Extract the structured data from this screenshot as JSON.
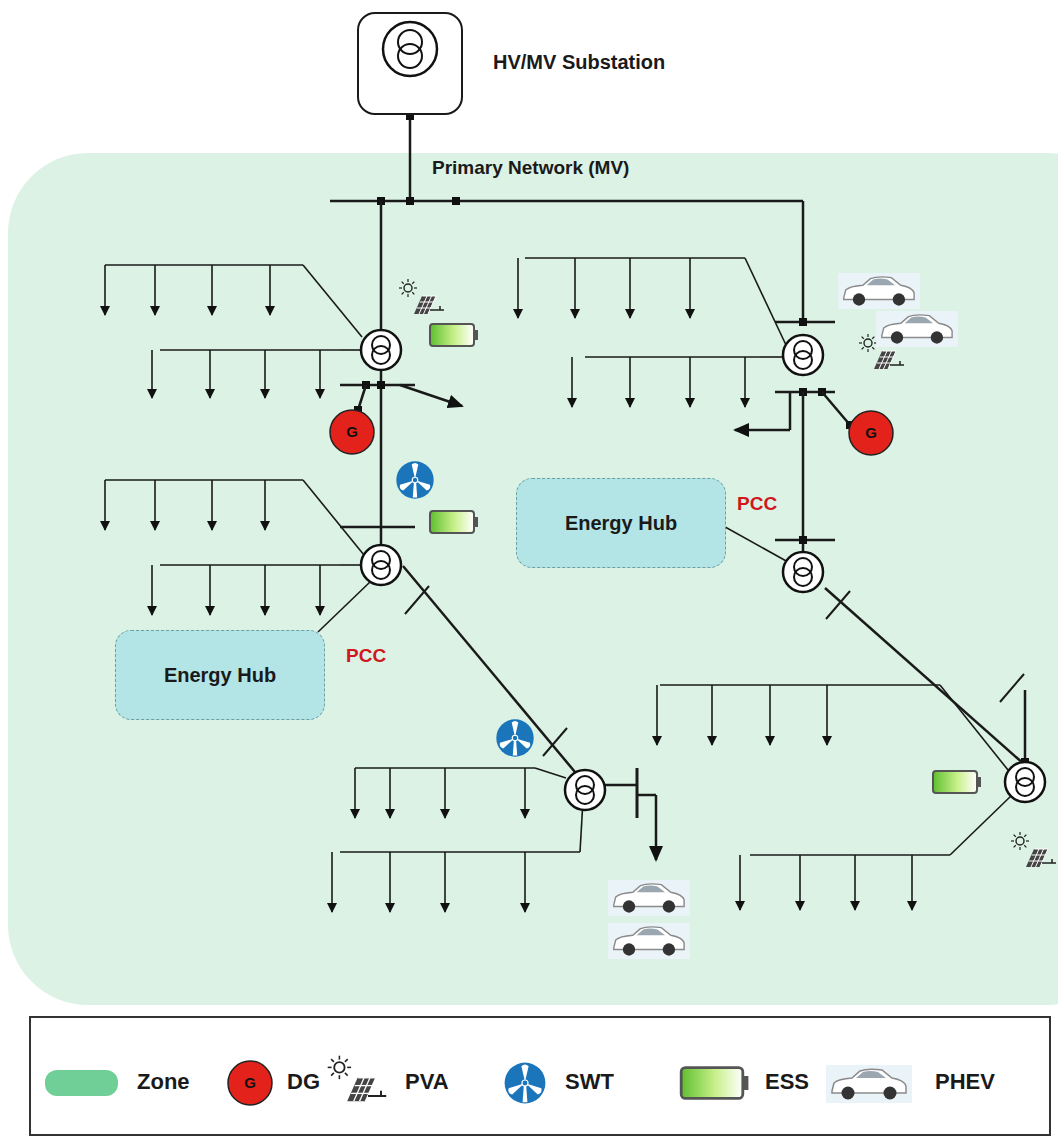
{
  "diagram": {
    "nodes": [
      {
        "text": [
          "HV/MV Substation"
        ]
      },
      {
        "text": [
          "Energy Hub"
        ]
      },
      {
        "text": [
          "Energy Hub"
        ]
      }
    ],
    "labels": [
      "Primary Network (MV)",
      "G",
      "G",
      "PCC",
      "PCC",
      "G"
    ],
    "legend": [
      {
        "text": "Zone",
        "color": "#6fcf97"
      },
      {
        "text": "DG"
      },
      {
        "text": "PVA"
      },
      {
        "text": "SWT"
      },
      {
        "text": "ESS"
      },
      {
        "text": "PHEV"
      }
    ]
  }
}
